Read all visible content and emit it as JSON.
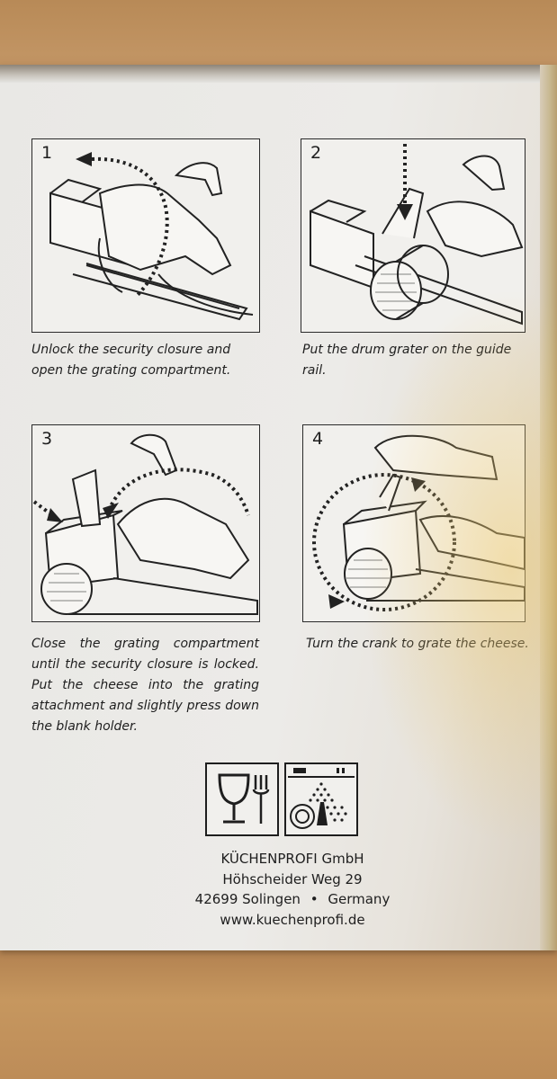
{
  "steps": [
    {
      "number": "1",
      "caption": "Unlock the security closure and open the grating compartment."
    },
    {
      "number": "2",
      "caption": "Put the drum grater on the guide rail."
    },
    {
      "number": "3",
      "caption": "Close the grating compartment until the security closure is locked. Put the cheese into the grating attachment and slightly press down the blank holder."
    },
    {
      "number": "4",
      "caption": "Turn the crank to grate the cheese."
    }
  ],
  "symbols": [
    {
      "name": "food-safe",
      "icon": "glass-fork-icon"
    },
    {
      "name": "dishwasher-safe",
      "icon": "dishwasher-icon"
    }
  ],
  "company": {
    "name": "KÜCHENPROFI GmbH",
    "street": "Höhscheider Weg 29",
    "city": "42699 Solingen",
    "separator": "•",
    "country": "Germany",
    "website": "www.kuechenprofi.de"
  }
}
